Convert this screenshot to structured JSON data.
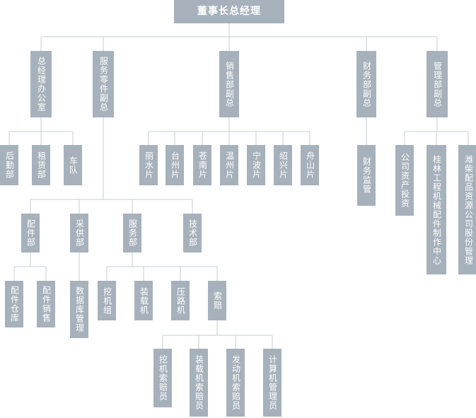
{
  "chairman": "董事长总经理",
  "gm_office": "总经理办公室",
  "service_vp": "服务零件副总",
  "sales_vp": "销售部副总",
  "finance_vp": "财务部副总",
  "mgmt_vp": "管理部副总",
  "logistics": "后勤部",
  "leasing": "租赁部",
  "fleet": "车队",
  "lishui": "丽水片",
  "taizhou": "台州片",
  "cangnan": "苍南片",
  "wenzhou": "温州片",
  "ningbo": "宁波片",
  "shaoxing": "绍兴片",
  "zhoushan": "舟山片",
  "fin_supervision": "财务监管",
  "corp_invest": "公司资产投资",
  "guilin_center": "桂林工程机械配件制作中心",
  "weichai_mgmt": "潍柴配品资源公司股份管理",
  "parts_dept": "配件部",
  "purchase_dept": "采供部",
  "service_dept": "服务部",
  "tech_dept": "技术部",
  "parts_warehouse": "配件仓库",
  "parts_sales": "配件销售",
  "db_mgmt": "数据库管理",
  "excavator_group": "挖机组",
  "loader": "装载机",
  "roller": "压路机",
  "claims": "索赔",
  "exc_claims": "挖机索赔员",
  "loader_claims": "装载机索赔员",
  "engine_claims": "发动机索赔员",
  "computer_admin": "计算机管理员"
}
